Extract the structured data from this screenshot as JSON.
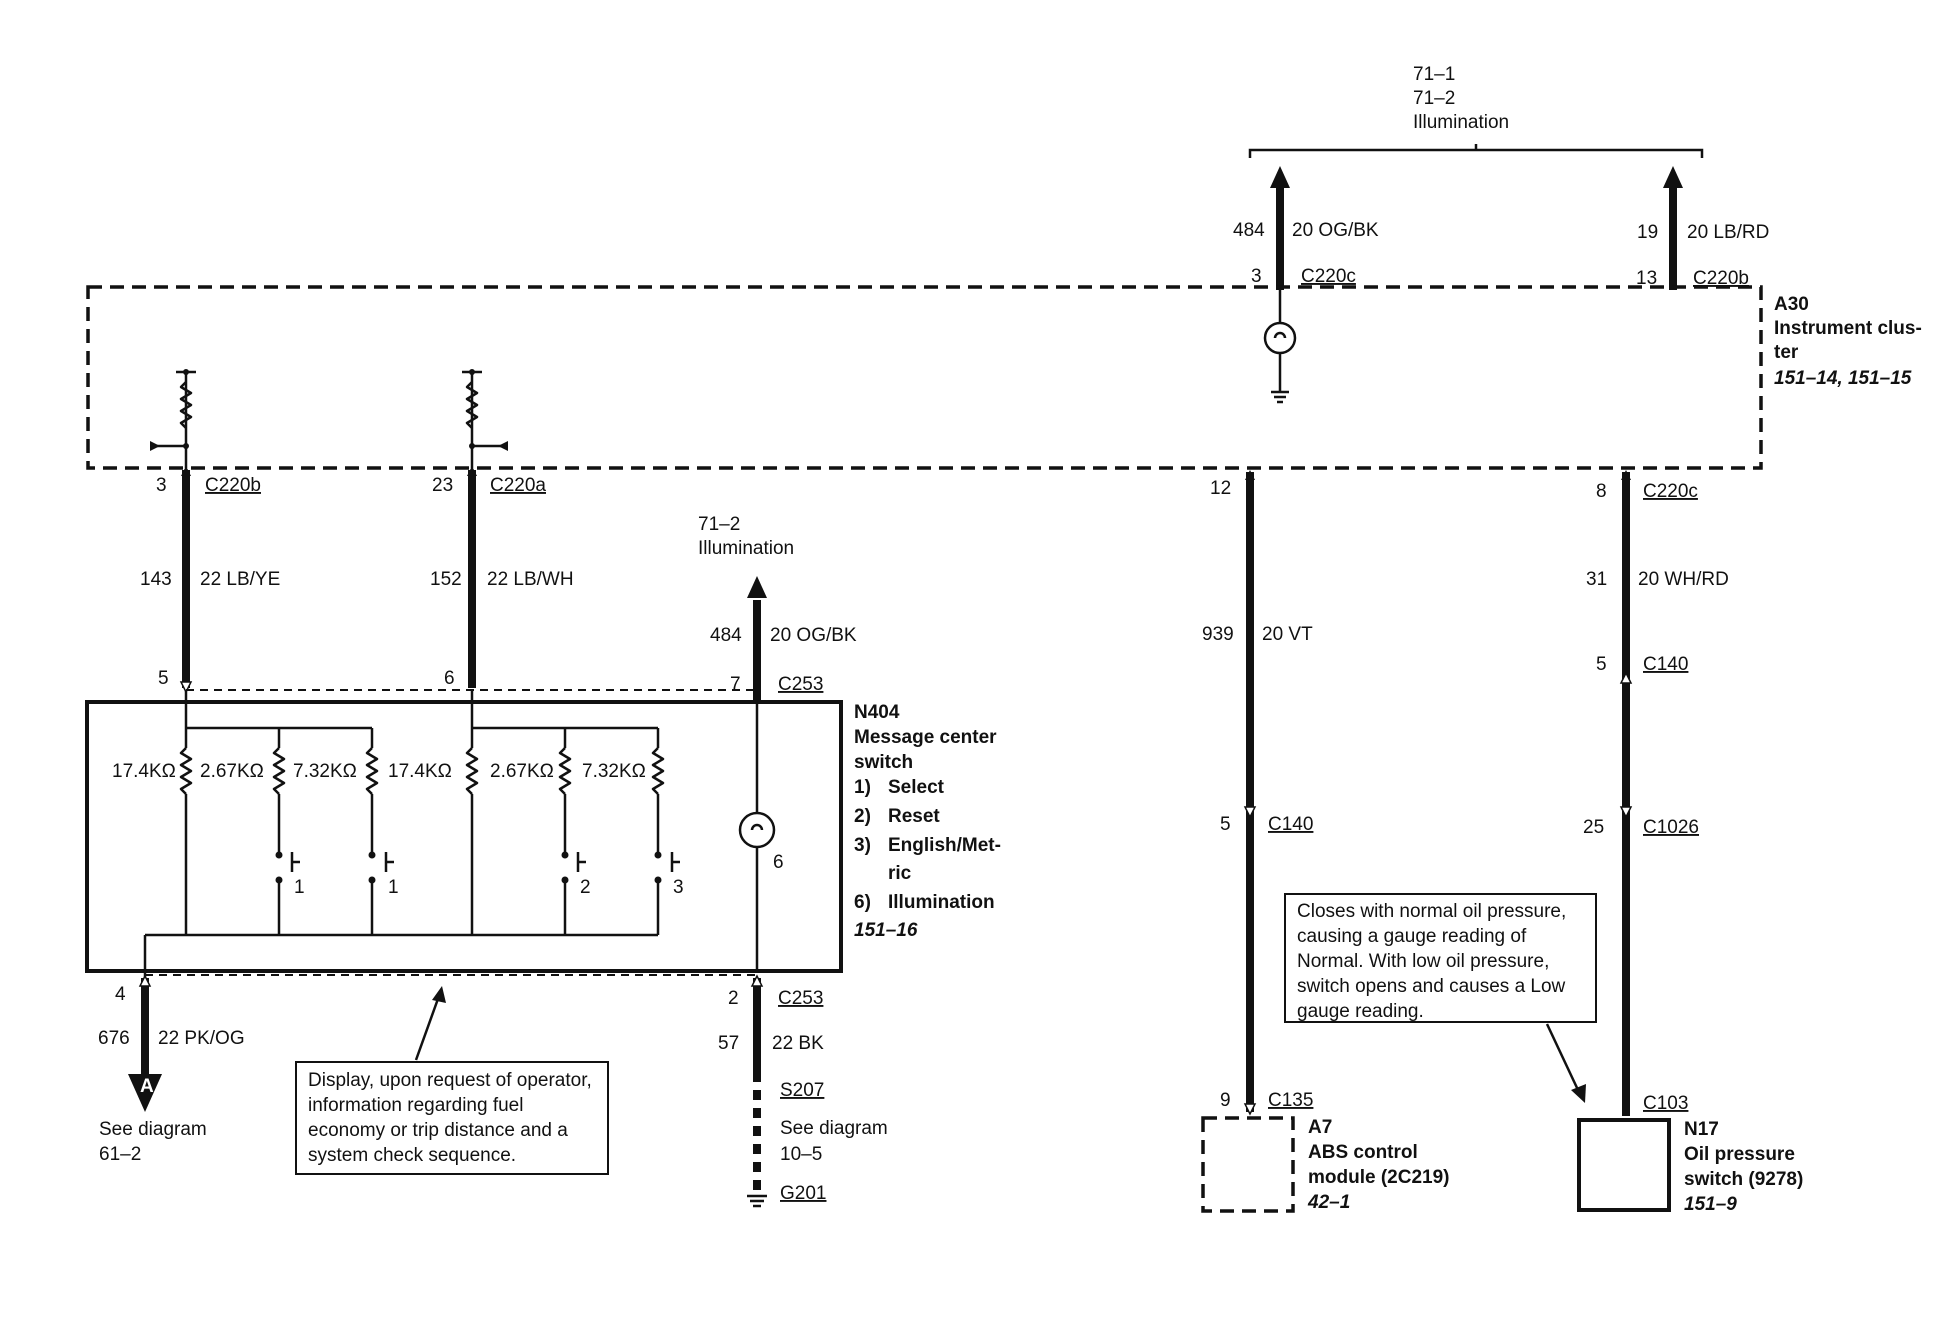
{
  "top_ref": {
    "line1": "71–1",
    "line2": "71–2",
    "line3": "Illumination"
  },
  "cluster": {
    "id": "A30",
    "name_line1": "Instrument clus-",
    "name_line2": "ter",
    "ref": "151–14, 151–15"
  },
  "top_wire_left": {
    "circuit": "484",
    "gauge_color": "20 OG/BK",
    "pin": "3",
    "connector": "C220c"
  },
  "top_wire_right": {
    "circuit": "19",
    "gauge_color": "20 LB/RD",
    "pin": "13",
    "connector": "C220b"
  },
  "wire_1": {
    "pin_top": "3",
    "connector_top": "C220b",
    "circuit": "143",
    "gauge_color": "22 LB/YE",
    "pin_bottom": "5"
  },
  "wire_2": {
    "pin_top": "23",
    "connector_top": "C220a",
    "circuit": "152",
    "gauge_color": "22 LB/WH",
    "pin_bottom": "6"
  },
  "illum_ref": {
    "line1": "71–2",
    "line2": "Illumination"
  },
  "wire_3": {
    "circuit": "484",
    "gauge_color": "20 OG/BK",
    "pin": "7",
    "connector": "C253"
  },
  "switch": {
    "id": "N404",
    "name_line1": "Message center",
    "name_line2": "switch",
    "functions": [
      {
        "num": "1)",
        "label": "Select"
      },
      {
        "num": "2)",
        "label": "Reset"
      },
      {
        "num": "3)",
        "label": "English/Met-"
      },
      {
        "num": "",
        "label": "ric"
      },
      {
        "num": "6)",
        "label": "Illumination"
      }
    ],
    "ref": "151–16",
    "resistors": [
      "17.4KΩ",
      "2.67KΩ",
      "7.32KΩ",
      "17.4KΩ",
      "2.67KΩ",
      "7.32KΩ"
    ],
    "switch_nums": [
      "1",
      "1",
      "2",
      "3"
    ],
    "lamp_pin": "6"
  },
  "wire_4": {
    "pin": "4",
    "circuit": "676",
    "gauge_color": "22 PK/OG",
    "flag": "A",
    "see_line1": "See diagram",
    "see_line2": "61–2"
  },
  "wire_5": {
    "pin": "2",
    "connector": "C253",
    "circuit": "57",
    "gauge_color": "22 BK",
    "splice": "S207",
    "see_line1": "See diagram",
    "see_line2": "10–5",
    "ground": "G201"
  },
  "note_display": [
    "Display, upon request of operator,",
    "information regarding fuel",
    "economy or trip distance and a",
    "system check sequence."
  ],
  "wire_6": {
    "pin_top": "12",
    "circuit": "939",
    "gauge_color": "20 VT",
    "pin_mid": "5",
    "connector_mid": "C140",
    "pin_bottom": "9",
    "connector_bottom": "C135"
  },
  "wire_7": {
    "pin_top": "8",
    "connector_top": "C220c",
    "circuit": "31",
    "gauge_color": "20 WH/RD",
    "pin_mid1": "5",
    "connector_mid1": "C140",
    "pin_mid2": "25",
    "connector_mid2": "C1026",
    "connector_bottom": "C103"
  },
  "note_oil": [
    "Closes with normal oil pressure,",
    "causing a gauge reading of",
    "Normal.  With  low oil pressure,",
    "switch opens and causes a Low",
    "gauge reading."
  ],
  "abs": {
    "id": "A7",
    "name_line1": "ABS control",
    "name_line2": "module (2C219)",
    "ref": "42–1"
  },
  "oil": {
    "id": "N17",
    "name_line1": "Oil pressure",
    "name_line2": "switch (9278)",
    "ref": "151–9"
  }
}
